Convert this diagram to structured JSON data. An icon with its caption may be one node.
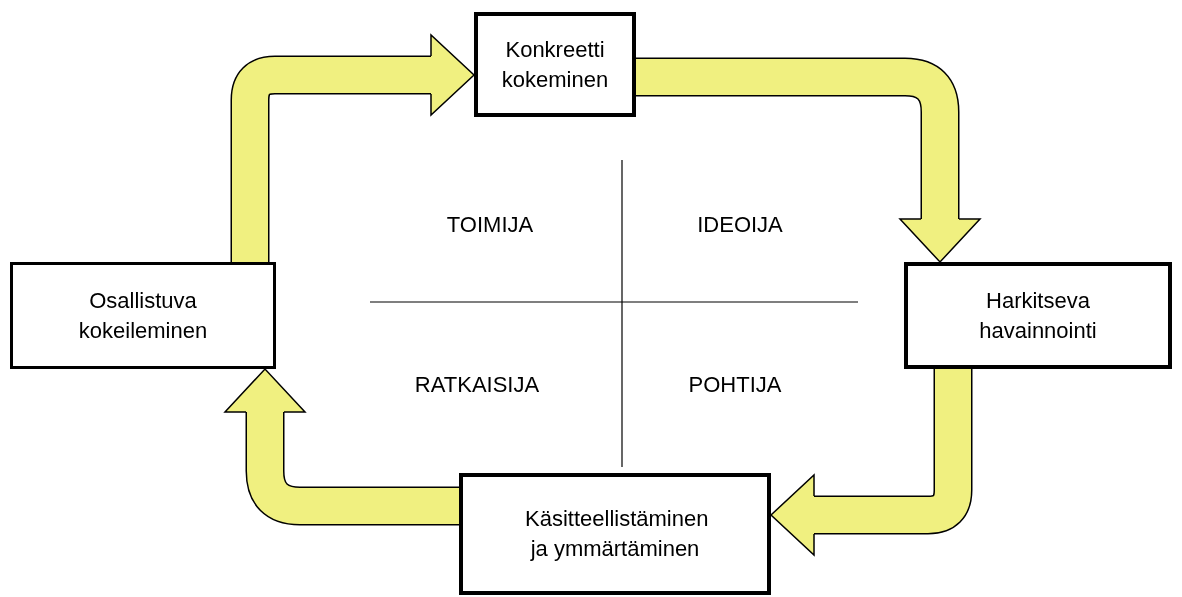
{
  "diagram": {
    "nodes": [
      {
        "text": [
          "Konkreetti kokeminen"
        ]
      },
      {
        "text": [
          "Harkitseva havainnointi"
        ]
      },
      {
        "text": [
          "Käsitteellistäminen ja ymmärtäminen"
        ]
      },
      {
        "text": [
          "Osallistuva kokeileminen"
        ]
      }
    ],
    "edges": [
      {
        "from": 3,
        "to": 0,
        "arrow": "to"
      },
      {
        "from": 0,
        "to": 1,
        "arrow": "to"
      },
      {
        "from": 1,
        "to": 2,
        "arrow": "to"
      },
      {
        "from": 2,
        "to": 3,
        "arrow": "to"
      }
    ],
    "labels": [
      "TOIMIJA",
      "IDEOIJA",
      "RATKAISIJA",
      "POHTIJA"
    ]
  }
}
